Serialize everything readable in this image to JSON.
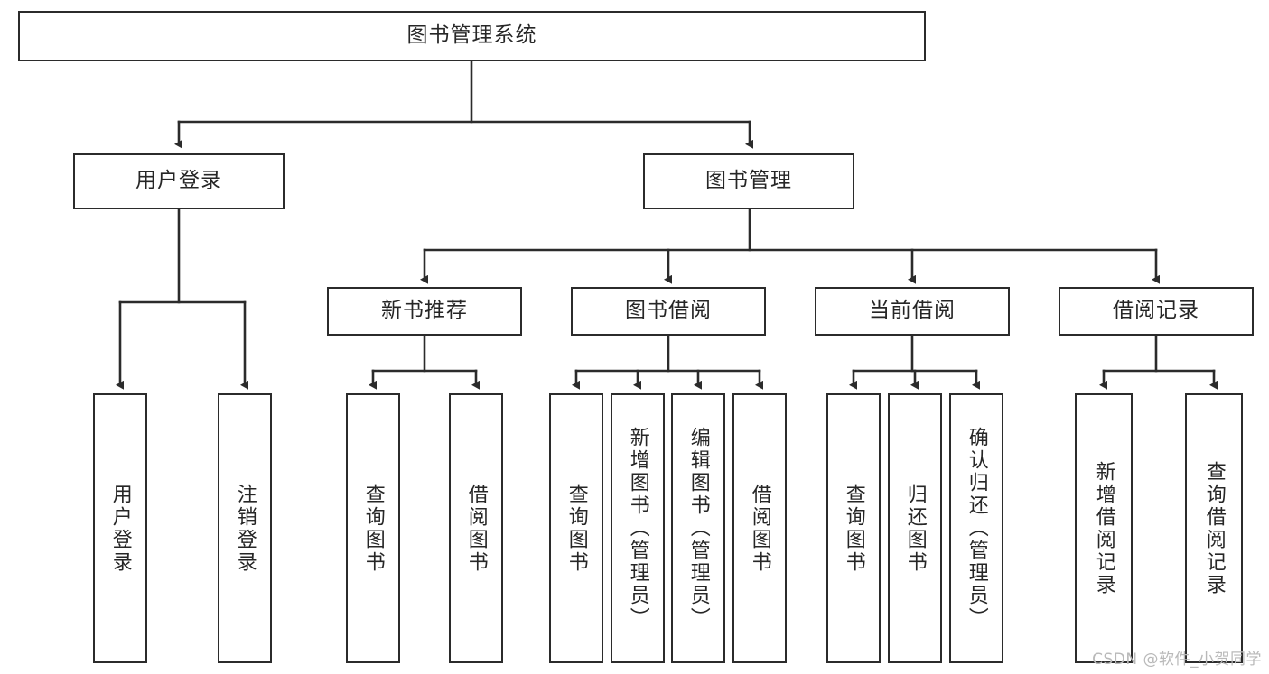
{
  "diagram": {
    "title": "图书管理系统",
    "colors": {
      "stroke": "#2b2b2b",
      "node_fill": "#ffffff",
      "text": "#262626",
      "watermark": "#b9b9b9",
      "background": "#ffffff"
    },
    "levels": {
      "root": {
        "label": "图书管理系统",
        "orientation": "horizontal"
      },
      "level2": [
        {
          "label": "用户登录",
          "orientation": "horizontal"
        },
        {
          "label": "图书管理",
          "orientation": "horizontal"
        }
      ],
      "level3": [
        {
          "label": "新书推荐",
          "orientation": "horizontal"
        },
        {
          "label": "图书借阅",
          "orientation": "horizontal"
        },
        {
          "label": "当前借阅",
          "orientation": "horizontal"
        },
        {
          "label": "借阅记录",
          "orientation": "horizontal"
        }
      ],
      "leaves": {
        "user_login": [
          {
            "label": "用户登录",
            "orientation": "vertical"
          },
          {
            "label": "注销登录",
            "orientation": "vertical"
          }
        ],
        "new_book_recommend": [
          {
            "label": "查询图书",
            "orientation": "vertical"
          },
          {
            "label": "借阅图书",
            "orientation": "vertical"
          }
        ],
        "book_borrow": [
          {
            "label": "查询图书",
            "orientation": "vertical"
          },
          {
            "label": "新增图书（管理员）",
            "orientation": "vertical"
          },
          {
            "label": "编辑图书（管理员）",
            "orientation": "vertical"
          },
          {
            "label": "借阅图书",
            "orientation": "vertical"
          }
        ],
        "current_borrow": [
          {
            "label": "查询图书",
            "orientation": "vertical"
          },
          {
            "label": "归还图书",
            "orientation": "vertical"
          },
          {
            "label": "确认归还（管理员）",
            "orientation": "vertical"
          }
        ],
        "borrow_record": [
          {
            "label": "新增借阅记录",
            "orientation": "vertical"
          },
          {
            "label": "查询借阅记录",
            "orientation": "vertical"
          }
        ]
      }
    },
    "watermark": "CSDN @软件_小贺同学"
  }
}
